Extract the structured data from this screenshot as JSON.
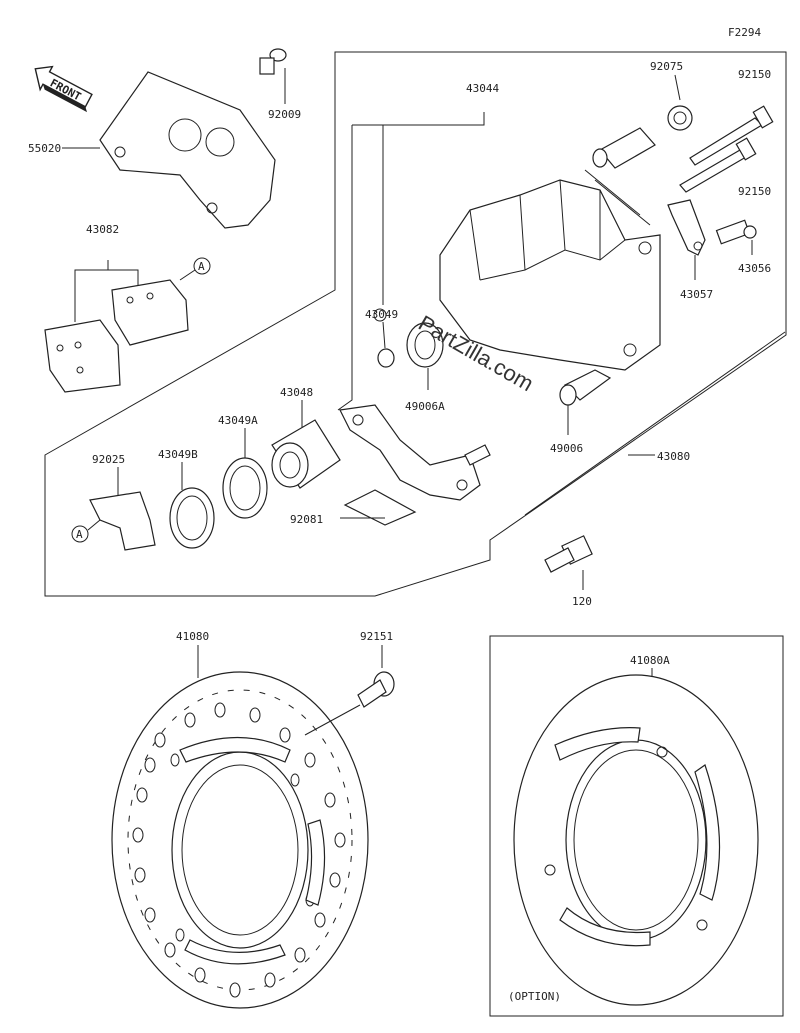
{
  "figure_code": "F2294",
  "front_label": "FRONT",
  "watermark": "PartZilla.com",
  "option_label": "(OPTION)",
  "callouts": {
    "p55020": "55020",
    "p92009": "92009",
    "p43082": "43082",
    "pA1": "A",
    "p43044": "43044",
    "p92075": "92075",
    "p92150a": "92150",
    "p92150b": "92150",
    "p43056": "43056",
    "p43057": "43057",
    "p43049": "43049",
    "p49006A": "49006A",
    "p49006": "49006",
    "p43080": "43080",
    "p43048": "43048",
    "p43049A": "43049A",
    "p43049B": "43049B",
    "p92025": "92025",
    "pA2": "A",
    "p92081": "92081",
    "p120": "120",
    "p41080": "41080",
    "p92151": "92151",
    "p41080A": "41080A"
  }
}
